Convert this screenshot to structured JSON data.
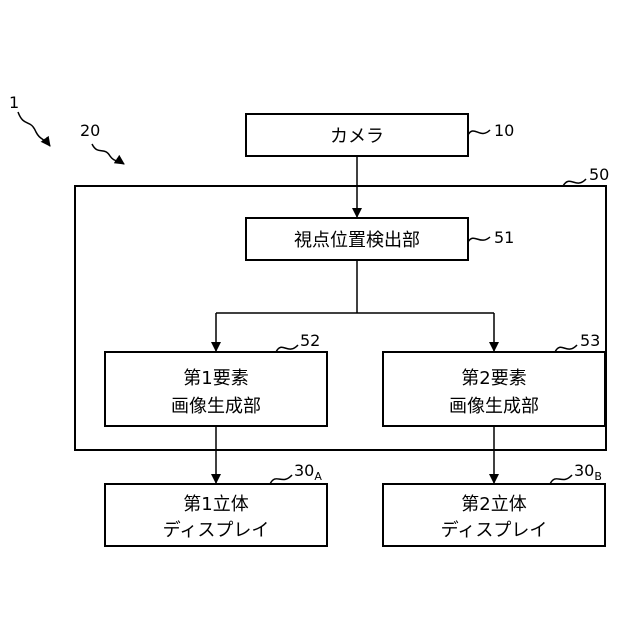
{
  "diagram": {
    "system_ref": "1",
    "group_ref": "20",
    "camera": {
      "label": "カメラ",
      "ref": "10"
    },
    "controller": {
      "ref": "50"
    },
    "detector": {
      "label": "視点位置検出部",
      "ref": "51"
    },
    "gen1": {
      "line1": "第1要素",
      "line2": "画像生成部",
      "ref": "52"
    },
    "gen2": {
      "line1": "第2要素",
      "line2": "画像生成部",
      "ref": "53"
    },
    "disp1": {
      "line1": "第1立体",
      "line2": "ディスプレイ",
      "ref_main": "30",
      "ref_sub": "A"
    },
    "disp2": {
      "line1": "第2立体",
      "line2": "ディスプレイ",
      "ref_main": "30",
      "ref_sub": "B"
    }
  }
}
